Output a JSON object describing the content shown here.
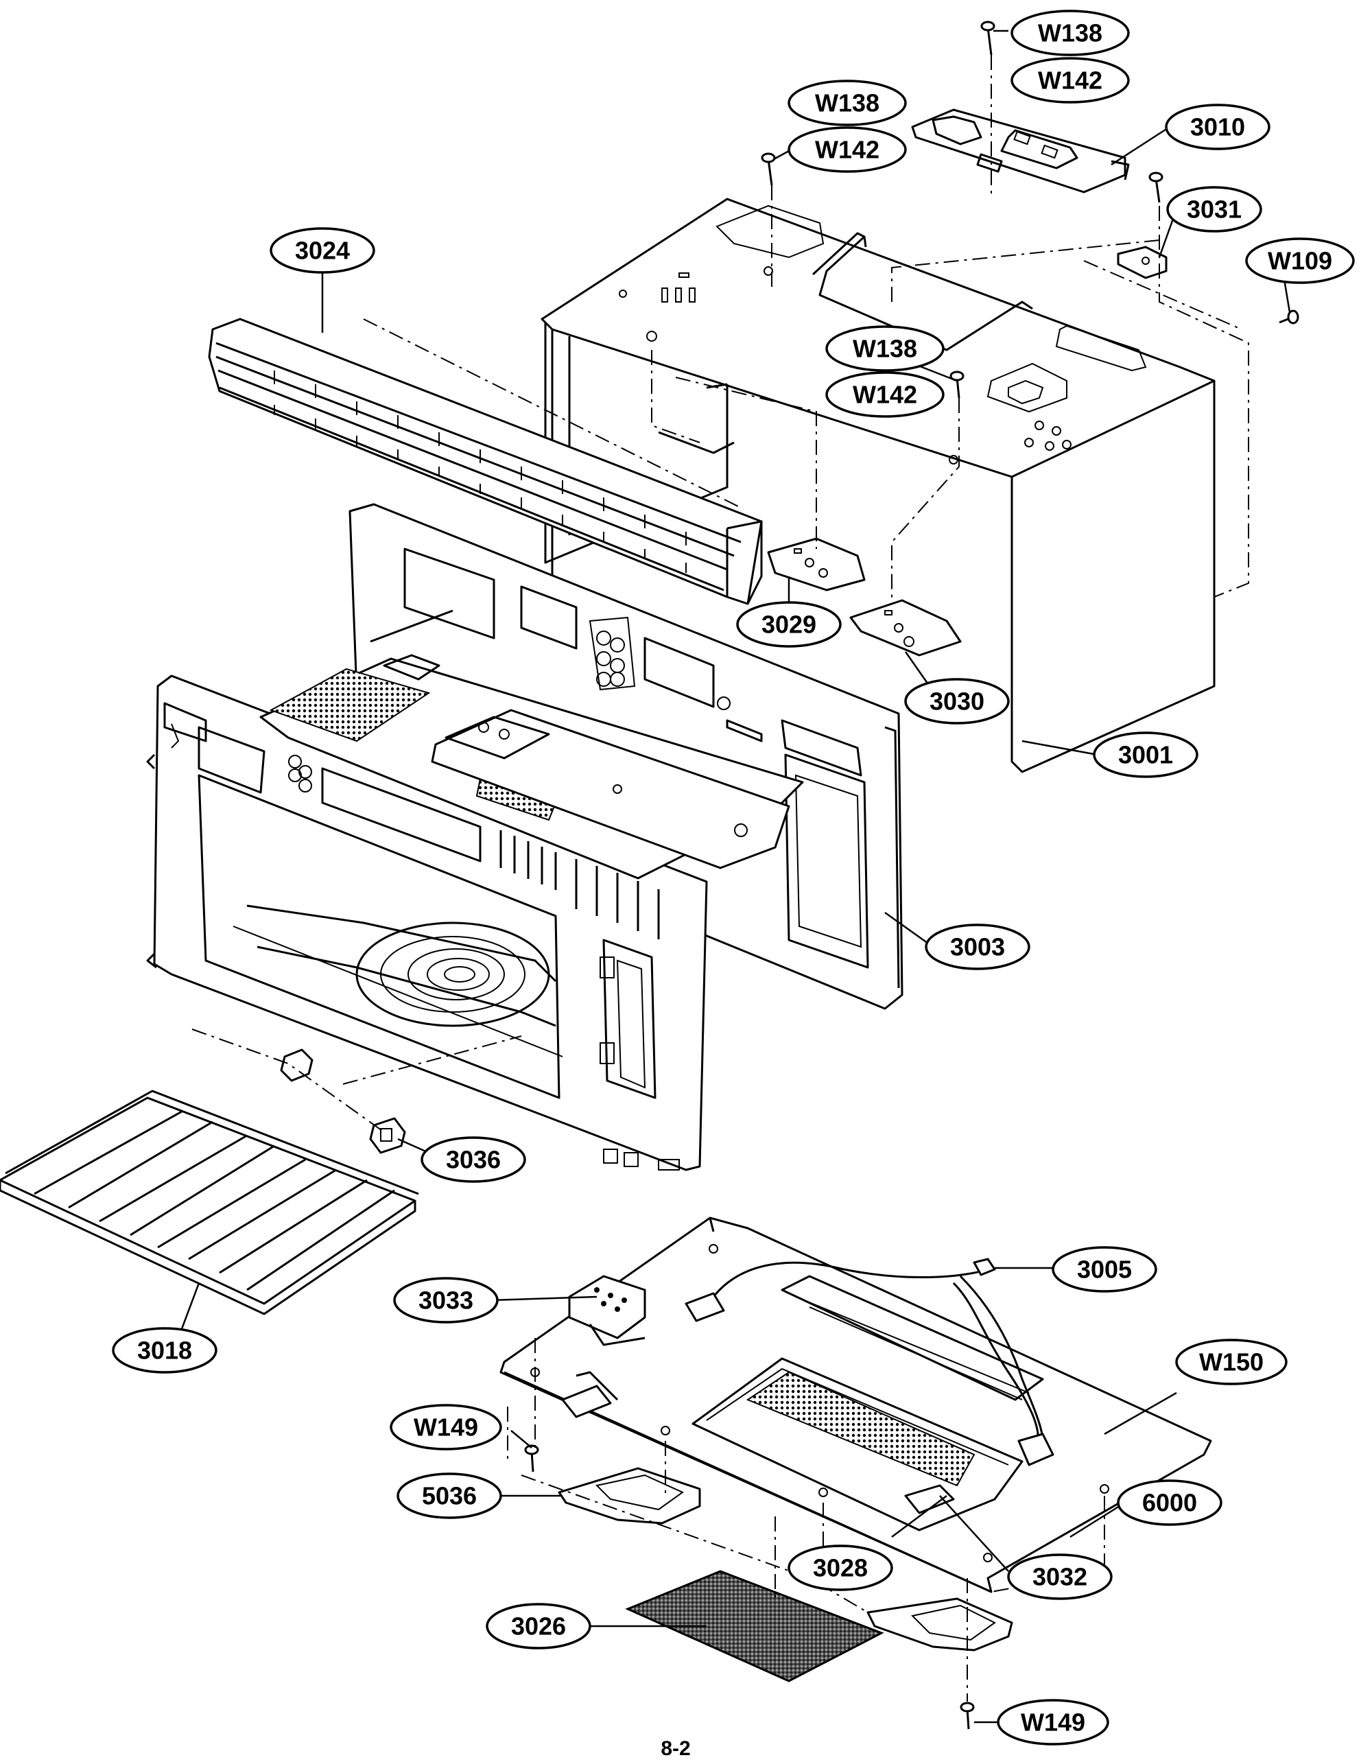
{
  "diagram": {
    "page_number": "8-2",
    "callouts": [
      {
        "id": "c-w138-top",
        "text": "W138"
      },
      {
        "id": "c-w142-top",
        "text": "W142"
      },
      {
        "id": "c-w138-b",
        "text": "W138"
      },
      {
        "id": "c-w142-b",
        "text": "W142"
      },
      {
        "id": "c-3010",
        "text": "3010"
      },
      {
        "id": "c-3031",
        "text": "3031"
      },
      {
        "id": "c-w109",
        "text": "W109"
      },
      {
        "id": "c-3024",
        "text": "3024"
      },
      {
        "id": "c-w138-c",
        "text": "W138"
      },
      {
        "id": "c-w142-c",
        "text": "W142"
      },
      {
        "id": "c-3029",
        "text": "3029"
      },
      {
        "id": "c-3030",
        "text": "3030"
      },
      {
        "id": "c-3001",
        "text": "3001"
      },
      {
        "id": "c-3003",
        "text": "3003"
      },
      {
        "id": "c-3036",
        "text": "3036"
      },
      {
        "id": "c-3018",
        "text": "3018"
      },
      {
        "id": "c-3005",
        "text": "3005"
      },
      {
        "id": "c-3033",
        "text": "3033"
      },
      {
        "id": "c-w150",
        "text": "W150"
      },
      {
        "id": "c-w149-a",
        "text": "W149"
      },
      {
        "id": "c-5036",
        "text": "5036"
      },
      {
        "id": "c-6000",
        "text": "6000"
      },
      {
        "id": "c-3028",
        "text": "3028"
      },
      {
        "id": "c-3032",
        "text": "3032"
      },
      {
        "id": "c-3026",
        "text": "3026"
      },
      {
        "id": "c-w149-b",
        "text": "W149"
      }
    ]
  }
}
